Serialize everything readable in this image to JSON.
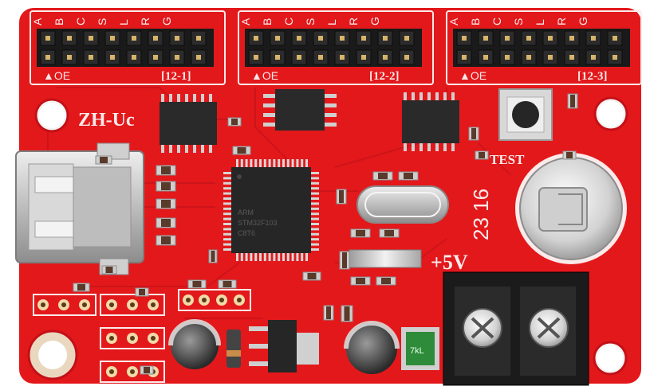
{
  "board": {
    "model_label": "ZH-Uc",
    "headers": [
      {
        "pins": [
          "A",
          "B",
          "C",
          "S",
          "L",
          "R",
          "G"
        ],
        "oe_label": "▲OE",
        "port_label": "[12-1]"
      },
      {
        "pins": [
          "A",
          "B",
          "C",
          "S",
          "L",
          "R",
          "G"
        ],
        "oe_label": "▲OE",
        "port_label": "[12-2]"
      },
      {
        "pins": [
          "A",
          "B",
          "C",
          "S",
          "L",
          "R",
          "G"
        ],
        "oe_label": "▲OE",
        "port_label": "[12-3]"
      }
    ],
    "test_label": "TEST",
    "voltage_label": "+5V",
    "vertical_marking": "23 16",
    "mcu_marking": [
      "ARM",
      "STM32F103",
      "C8T6"
    ],
    "fuse_marking": "7kL"
  },
  "colors": {
    "pcb": "#e3181b",
    "pcb_dark": "#b80f12",
    "silkscreen": "#fbeaea",
    "header_black": "#1a1a1a",
    "pad_gold": "#d8b46a",
    "chip": "#2a2a2a",
    "metal": "#c9c9c9"
  }
}
